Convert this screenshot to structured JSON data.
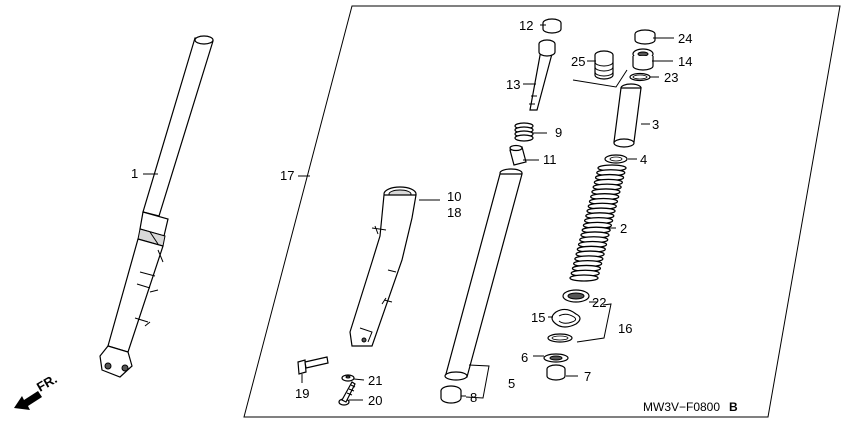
{
  "diagram_code": "MW3V−F0800",
  "diagram_code_suffix": "B",
  "front_indicator": "FR.",
  "callouts": {
    "c1": "1",
    "c2": "2",
    "c3": "3",
    "c4": "4",
    "c5": "5",
    "c6": "6",
    "c7": "7",
    "c8": "8",
    "c9": "9",
    "c10": "10",
    "c11": "11",
    "c12": "12",
    "c13": "13",
    "c14": "14",
    "c15": "15",
    "c16": "16",
    "c17": "17",
    "c18": "18",
    "c19": "19",
    "c20": "20",
    "c21": "21",
    "c22": "22",
    "c23": "23",
    "c24": "24",
    "c25": "25"
  }
}
